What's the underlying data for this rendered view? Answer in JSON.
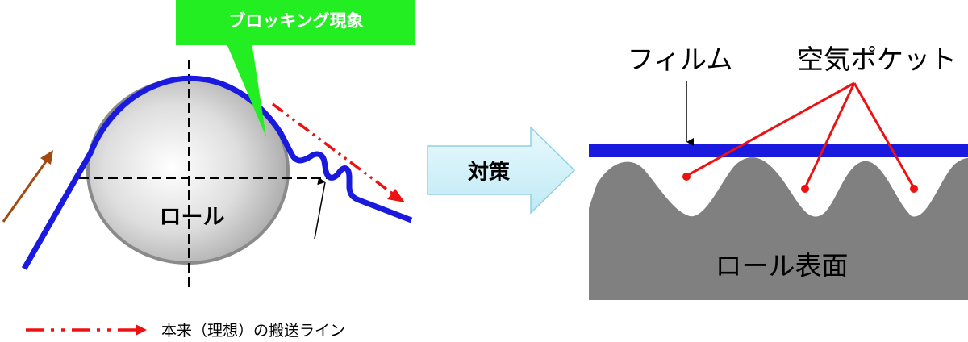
{
  "callout": {
    "label": "ブロッキング現象"
  },
  "roll": {
    "label": "ロール"
  },
  "arrow": {
    "label": "対策"
  },
  "labels": {
    "film": "フィルム",
    "air_pocket": "空気ポケット",
    "roll_surface": "ロール表面"
  },
  "legend": {
    "label": "本来（理想）の搬送ライン"
  },
  "colors": {
    "film": "#1a1adf",
    "callout": "#22ee22",
    "ideal_line": "#ee1111",
    "entry_arrow": "#a04a10",
    "surface": "#808080",
    "arrow_fill": "#d8f4fb"
  }
}
